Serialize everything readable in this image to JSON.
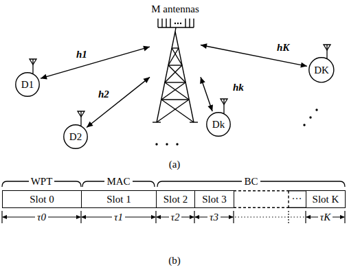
{
  "diagram": {
    "nodes": [
      {
        "text": [
          "M antennas"
        ]
      },
      {
        "text": [
          "D1"
        ]
      },
      {
        "text": [
          "D2"
        ]
      },
      {
        "text": [
          "Dk"
        ]
      },
      {
        "text": [
          "DK"
        ]
      },
      {
        "text": [
          "Slot 0"
        ]
      },
      {
        "text": [
          "Slot 1"
        ]
      },
      {
        "text": [
          "Slot 2"
        ]
      },
      {
        "text": [
          "Slot 3"
        ]
      },
      {
        "text": [
          "Slot K"
        ]
      }
    ],
    "edges": [
      {
        "from": 0,
        "to": 1,
        "label": "h1",
        "arrow": "both"
      },
      {
        "from": 0,
        "to": 2,
        "label": "h2",
        "arrow": "both"
      },
      {
        "from": 0,
        "to": 3,
        "label": "hk",
        "arrow": "both"
      },
      {
        "from": 0,
        "to": 4,
        "label": "hK",
        "arrow": "both"
      }
    ],
    "labels": [
      "(a)",
      "WPT",
      "MAC",
      "BC",
      "···",
      "τ0",
      "τ1",
      "τ2",
      "τ3",
      "τK",
      "(b)"
    ]
  }
}
